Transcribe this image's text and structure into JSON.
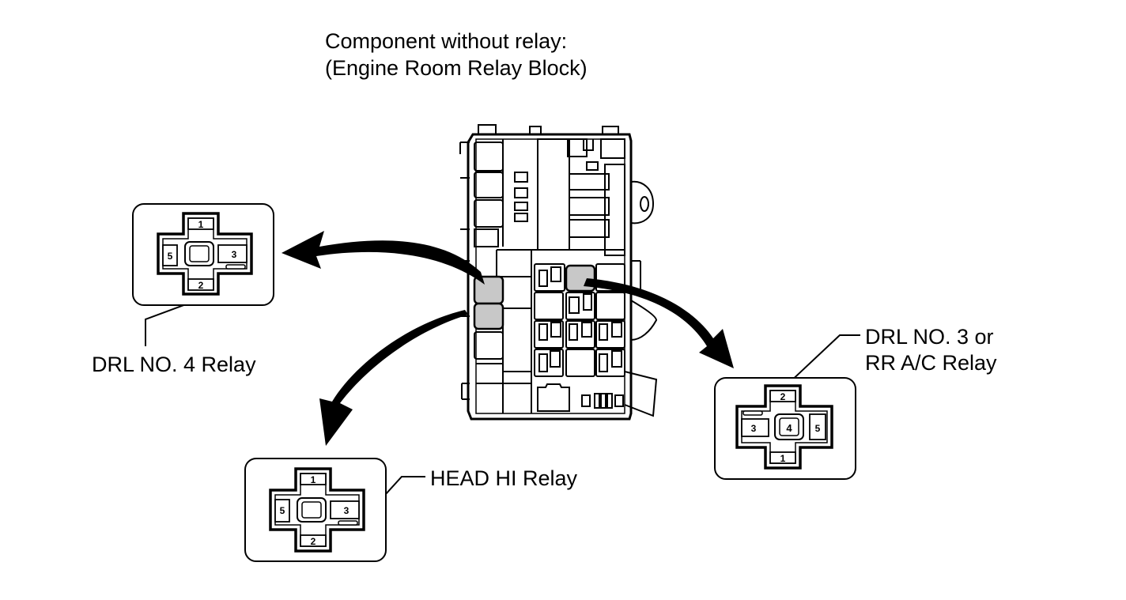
{
  "title": {
    "line1": "Component without relay:",
    "line2": "(Engine Room Relay Block)"
  },
  "labels": {
    "drl4": "DRL NO. 4 Relay",
    "headhi": "HEAD HI Relay",
    "drl3_line1": "DRL NO. 3 or",
    "drl3_line2": "RR A/C Relay"
  },
  "connectors": {
    "drl4": {
      "pins": [
        "1",
        "2",
        "3",
        "5"
      ]
    },
    "headhi": {
      "pins": [
        "1",
        "2",
        "3",
        "5"
      ]
    },
    "drl3": {
      "pins": [
        "1",
        "2",
        "3",
        "4",
        "5"
      ]
    }
  },
  "colors": {
    "line": "#000000",
    "highlight": "#c8c8c8",
    "background": "#ffffff"
  }
}
